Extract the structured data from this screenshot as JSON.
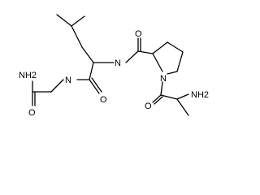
{
  "structure": {
    "atoms": {
      "amide_o_top": "O",
      "amide_n_top": "N",
      "ring_n": "N",
      "carbonyl_o_ala": "O",
      "amine_ala": "NH2",
      "amide_n_leu": "N",
      "amide_o_leu": "O",
      "amine_gly": "NH2",
      "carbonyl_o_gly": "O"
    },
    "label_parts": {
      "h": "H",
      "two": "2"
    },
    "colors": {
      "bond": "#000000",
      "text": "#000000",
      "background": "#ffffff"
    }
  }
}
